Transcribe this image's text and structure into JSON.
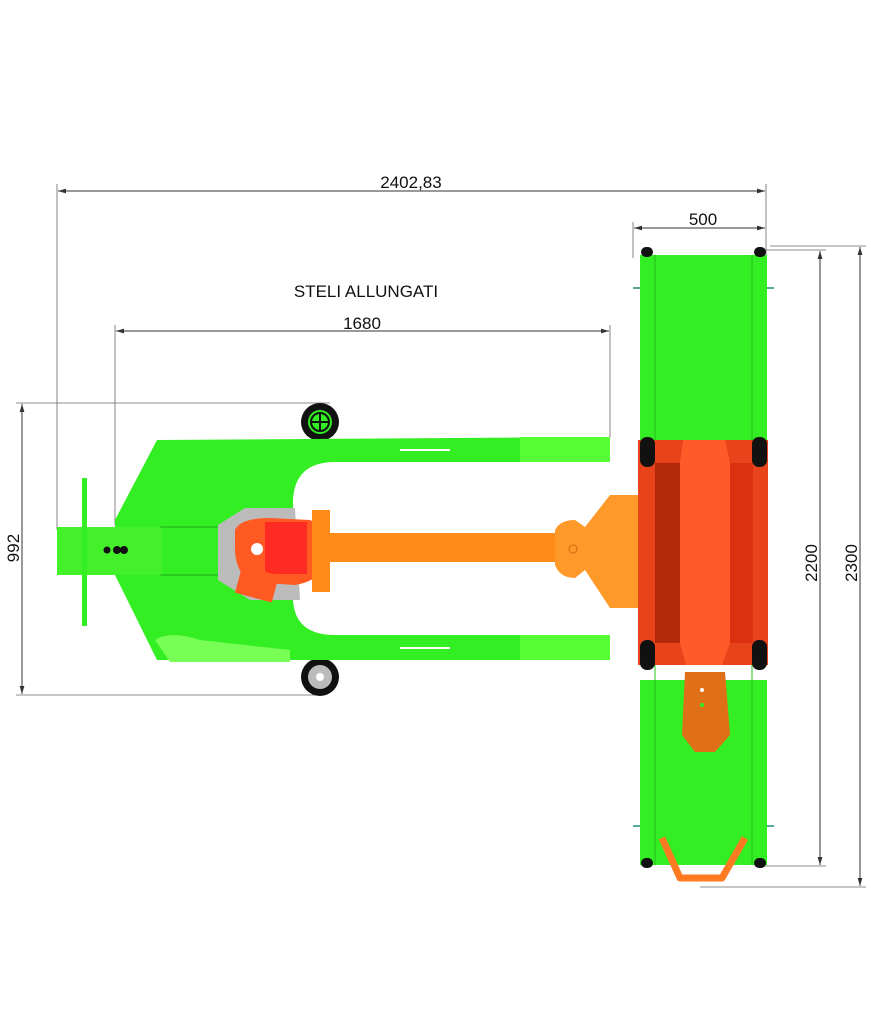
{
  "drawing": {
    "note": "STELI ALLUNGATI",
    "dimensions": {
      "overall_length": "2402,83",
      "beam_width": "500",
      "forks_length": "1680",
      "frame_width": "992",
      "inner_span": "2200",
      "outer_span": "2300"
    }
  },
  "colors": {
    "frame": "#33ee22",
    "frame_light": "#66ff44",
    "arm": "#ff8c1a",
    "beam": "#e8431a",
    "beam_dark": "#b22a08",
    "wheel": "#111111"
  }
}
